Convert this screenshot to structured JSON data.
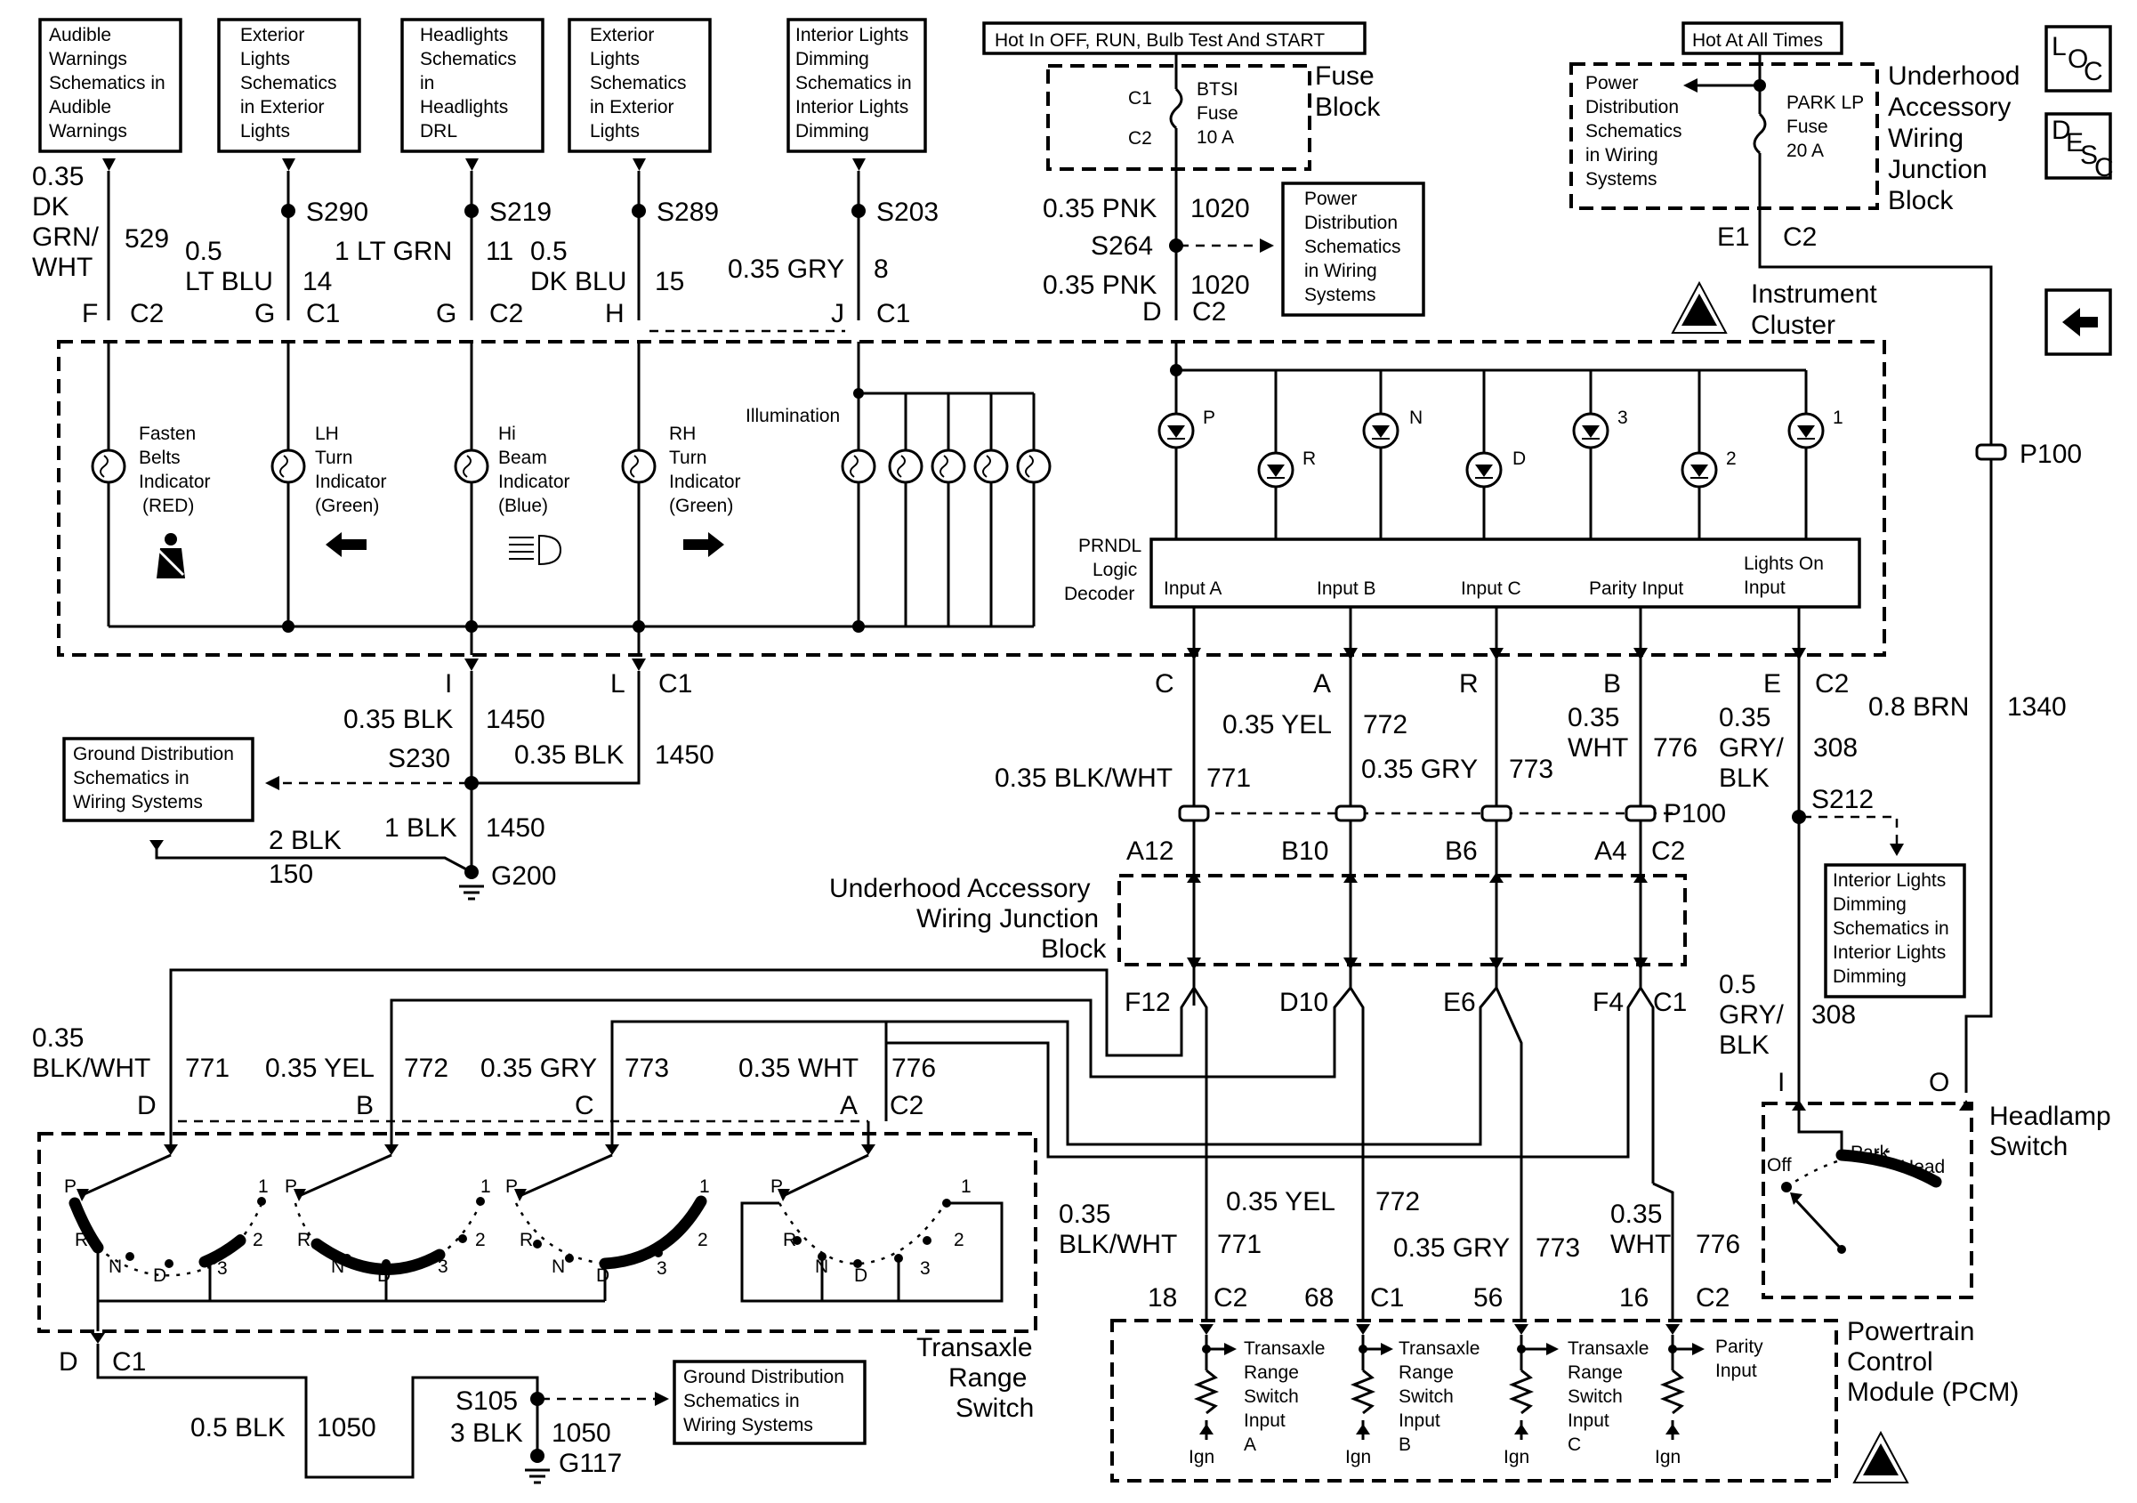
{
  "diagram": {
    "references": {
      "audible": [
        "Audible",
        "Warnings",
        "Schematics in",
        "Audible",
        "Warnings"
      ],
      "ext_lights_1": [
        "Exterior",
        "Lights",
        "Schematics",
        "in Exterior",
        "Lights"
      ],
      "headlights": [
        "Headlights",
        "Schematics",
        "in",
        "Headlights",
        "DRL"
      ],
      "ext_lights_2": [
        "Exterior",
        "Lights",
        "Schematics",
        "in Exterior",
        "Lights"
      ],
      "int_dimming_top": [
        "Interior Lights",
        "Dimming",
        "Schematics in",
        "Interior Lights",
        "Dimming"
      ],
      "power_dist_1": [
        "Power",
        "Distribution",
        "Schematics",
        "in Wiring",
        "Systems"
      ],
      "power_dist_2": [
        "Power",
        "Distribution",
        "Schematics",
        "in Wiring",
        "Systems"
      ],
      "ground_dist_1": [
        "Ground Distribution",
        "Schematics in",
        "Wiring Systems"
      ],
      "ground_dist_2": [
        "Ground Distribution",
        "Schematics in",
        "Wiring Systems"
      ],
      "int_dimming_right": [
        "Interior Lights",
        "Dimming",
        "Schematics in",
        "Interior Lights",
        "Dimming"
      ]
    },
    "hot_labels": {
      "run": "Hot In OFF, RUN, Bulb Test And START",
      "always": "Hot At All Times"
    },
    "fuse_block": {
      "title": [
        "Fuse",
        "Block"
      ],
      "fuse": [
        "BTSI",
        "Fuse",
        "10 A"
      ],
      "c1": "C1",
      "c2": "C2"
    },
    "uajb_top": {
      "title": [
        "Underhood",
        "Accessory",
        "Wiring",
        "Junction",
        "Block"
      ],
      "fuse": [
        "PARK LP",
        "Fuse",
        "20 A"
      ],
      "pin": "E1",
      "conn": "C2"
    },
    "nav": {
      "loc": [
        "L",
        "O",
        "C"
      ],
      "desc": [
        "D",
        "E",
        "S",
        "C"
      ]
    },
    "top_wires": {
      "w529": [
        "0.35",
        "DK",
        "GRN/",
        "WHT"
      ],
      "c529": "529",
      "w14": [
        "0.5",
        "LT BLU"
      ],
      "c14": "14",
      "w11": "1 LT GRN",
      "c11": "11",
      "w15": [
        "0.5",
        "DK BLU"
      ],
      "c15": "15",
      "w8": "0.35 GRY",
      "c8": "8",
      "s290": "S290",
      "s219": "S219",
      "s289": "S289",
      "s203": "S203"
    },
    "cluster_pins": {
      "F": "F",
      "C2a": "C2",
      "G1": "G",
      "C1a": "C1",
      "G2": "G",
      "C2b": "C2",
      "H": "H",
      "J": "J",
      "C1b": "C1",
      "D": "D",
      "C2c": "C2"
    },
    "feed": {
      "w_top": "0.35 PNK",
      "c_top": "1020",
      "splice": "S264",
      "w_bot": "0.35 PNK",
      "c_bot": "1020"
    },
    "cluster": {
      "title": [
        "Instrument",
        "Cluster"
      ],
      "fasten": [
        "Fasten",
        "Belts",
        "Indicator",
        "(RED)"
      ],
      "lh": [
        "LH",
        "Turn",
        "Indicator",
        "(Green)"
      ],
      "hi": [
        "Hi",
        "Beam",
        "Indicator",
        "(Blue)"
      ],
      "rh": [
        "RH",
        "Turn",
        "Indicator",
        "(Green)"
      ],
      "illum": "Illumination",
      "leds": [
        "P",
        "R",
        "N",
        "D",
        "3",
        "2",
        "1"
      ],
      "prndl": [
        "PRNDL",
        "Logic",
        "Decoder"
      ],
      "inputs": [
        "Input A",
        "Input B",
        "Input C",
        "Parity Input"
      ],
      "lights_on": [
        "Lights On",
        "Input"
      ]
    },
    "ground_g200": {
      "pin_i": "I",
      "pin_l": "L",
      "conn": "C1",
      "w1": "0.35 BLK",
      "c1": "1450",
      "splice": "S230",
      "w2": "0.35 BLK",
      "c2": "1450",
      "w3": "1 BLK",
      "c3": "1450",
      "w4": "2 BLK",
      "c4": "150",
      "ground": "G200"
    },
    "decoder_out": {
      "pins": [
        "C",
        "A",
        "R",
        "B",
        "E"
      ],
      "conn": "C2",
      "w771": "0.35 BLK/WHT",
      "c771": "771",
      "w772": "0.35 YEL",
      "c772": "772",
      "w773": "0.35 GRY",
      "c773": "773",
      "w776": [
        "0.35",
        "WHT"
      ],
      "c776": "776",
      "w308": [
        "0.35",
        "GRY/",
        "BLK"
      ],
      "c308": "308",
      "p100": "P100",
      "p100_pins": [
        "A12",
        "B10",
        "B6",
        "A4"
      ],
      "p100_conn": "C2",
      "s212": "S212"
    },
    "right_side": {
      "p100": "P100",
      "w1340": "0.8 BRN",
      "c1340": "1340",
      "w308": [
        "0.5",
        "GRY/",
        "BLK"
      ],
      "c308": "308"
    },
    "uajb_mid": {
      "title": [
        "Underhood Accessory",
        "Wiring Junction",
        "Block"
      ],
      "pins": [
        "F12",
        "D10",
        "E6",
        "F4"
      ],
      "conn": "C1"
    },
    "headlamp": {
      "title": [
        "Headlamp",
        "Switch"
      ],
      "pin_i": "I",
      "pin_o": "O",
      "off": "Off",
      "park": "Park",
      "head": "Head"
    },
    "trs_wires": {
      "w771": [
        "0.35",
        "BLK/WHT"
      ],
      "c771": "771",
      "w772": "0.35 YEL",
      "c772": "772",
      "w773": "0.35 GRY",
      "c773": "773",
      "w776": "0.35 WHT",
      "c776": "776",
      "pins": [
        "D",
        "B",
        "C",
        "A"
      ],
      "conn": "C2"
    },
    "trs": {
      "title": [
        "Transaxle",
        "Range",
        "Switch"
      ],
      "positions": [
        "P",
        "R",
        "N",
        "D",
        "3",
        "2",
        "1"
      ],
      "pin_d": "D",
      "conn_c1": "C1",
      "w1050a": "0.5 BLK",
      "c1050a": "1050",
      "splice": "S105",
      "w1050b": "3 BLK",
      "c1050b": "1050",
      "ground": "G117"
    },
    "pcm_wires": {
      "w771": [
        "0.35",
        "BLK/WHT"
      ],
      "c771": "771",
      "w772": "0.35 YEL",
      "c772": "772",
      "w773": "0.35 GRY",
      "c773": "773",
      "w776": [
        "0.35",
        "WHT"
      ],
      "c776": "776",
      "pins": [
        "18",
        "68",
        "56",
        "16"
      ],
      "conns": [
        "C2",
        "C1",
        "C2"
      ]
    },
    "pcm": {
      "title": [
        "Powertrain",
        "Control",
        "Module (PCM)"
      ],
      "in_a": [
        "Transaxle",
        "Range",
        "Switch",
        "Input",
        "A"
      ],
      "in_b": [
        "Transaxle",
        "Range",
        "Switch",
        "Input",
        "B"
      ],
      "in_c": [
        "Transaxle",
        "Range",
        "Switch",
        "Input",
        "C"
      ],
      "parity": [
        "Parity",
        "Input"
      ],
      "ign": "Ign"
    }
  }
}
